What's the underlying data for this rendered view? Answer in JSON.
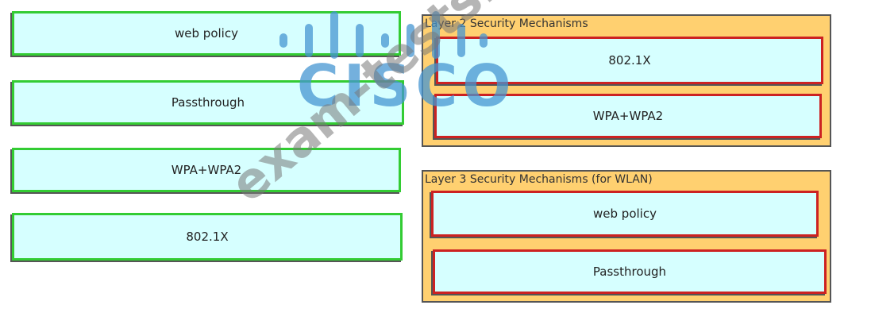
{
  "options": [
    {
      "label": "web policy"
    },
    {
      "label": "Passthrough"
    },
    {
      "label": "WPA+WPA2"
    },
    {
      "label": "802.1X"
    }
  ],
  "targets": [
    {
      "title": "Layer 2 Security Mechanisms",
      "slots": [
        {
          "label": "802.1X"
        },
        {
          "label": "WPA+WPA2"
        }
      ]
    },
    {
      "title": "Layer 3 Security Mechanisms (for WLAN)",
      "slots": [
        {
          "label": "web policy"
        },
        {
          "label": "Passthrough"
        }
      ]
    }
  ],
  "watermark": {
    "logo_text": "CISCO",
    "site_text": "exam-tests.com",
    "logo_color": "#4696d2"
  },
  "colors": {
    "option_border": "#33cc33",
    "slot_border": "#cc2222",
    "box_fill": "#d6ffff",
    "target_fill": "#ffd070"
  }
}
